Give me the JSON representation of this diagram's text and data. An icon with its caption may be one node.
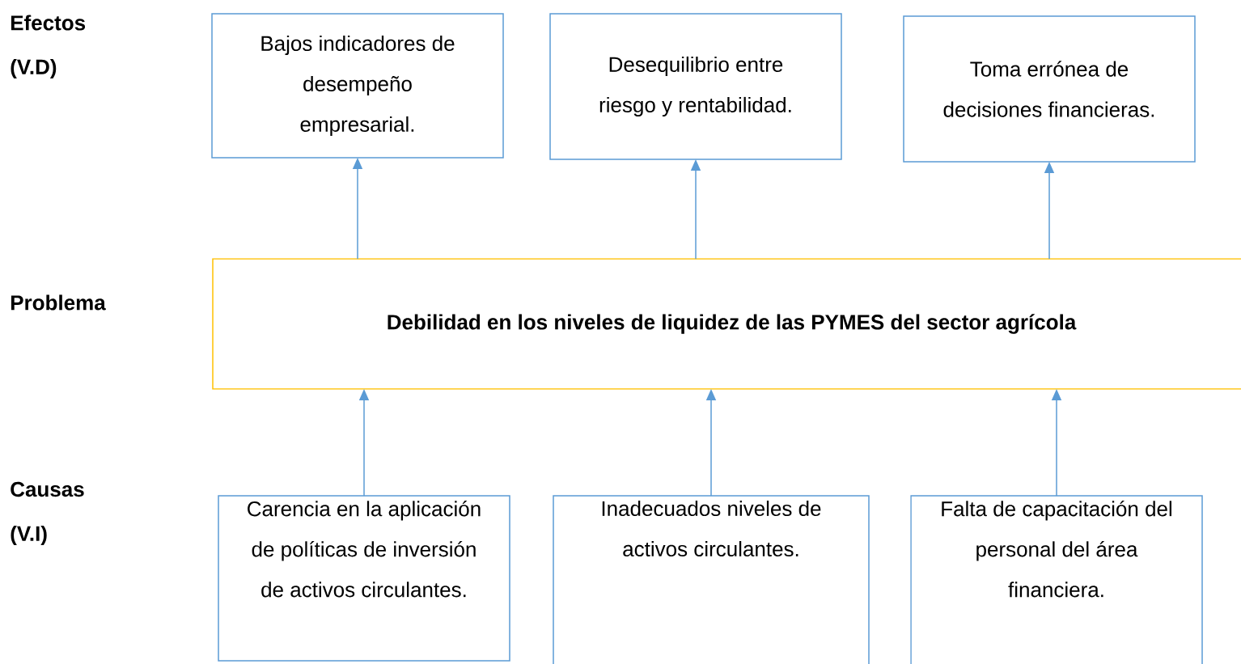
{
  "diagram": {
    "nodes": [
      {
        "text": [
          "Bajos indicadores de desempeño empresarial."
        ]
      },
      {
        "text": [
          "Desequilibrio entre riesgo y rentabilidad."
        ]
      },
      {
        "text": [
          "Toma errónea de decisiones financieras."
        ]
      },
      {
        "text": [
          "Debilidad en los niveles de liquidez de las PYMES del sector agrícola"
        ]
      },
      {
        "text": [
          "Carencia en la aplicación de políticas de inversión de activos circulantes."
        ]
      },
      {
        "text": [
          "Inadecuados niveles de activos circulantes."
        ]
      },
      {
        "text": [
          "Falta de capacitación del personal del área financiera."
        ]
      }
    ],
    "edges": [
      {
        "from": 3,
        "to": 0,
        "arrow": "to"
      },
      {
        "from": 3,
        "to": 1,
        "arrow": "to"
      },
      {
        "from": 3,
        "to": 2,
        "arrow": "to"
      },
      {
        "from": 4,
        "to": 3,
        "arrow": "to"
      },
      {
        "from": 5,
        "to": 3,
        "arrow": "to"
      },
      {
        "from": 6,
        "to": 3,
        "arrow": "to"
      }
    ],
    "labels": [
      "Efectos",
      "(V.D)",
      "Problema",
      "Causas",
      "(V.I)"
    ]
  }
}
